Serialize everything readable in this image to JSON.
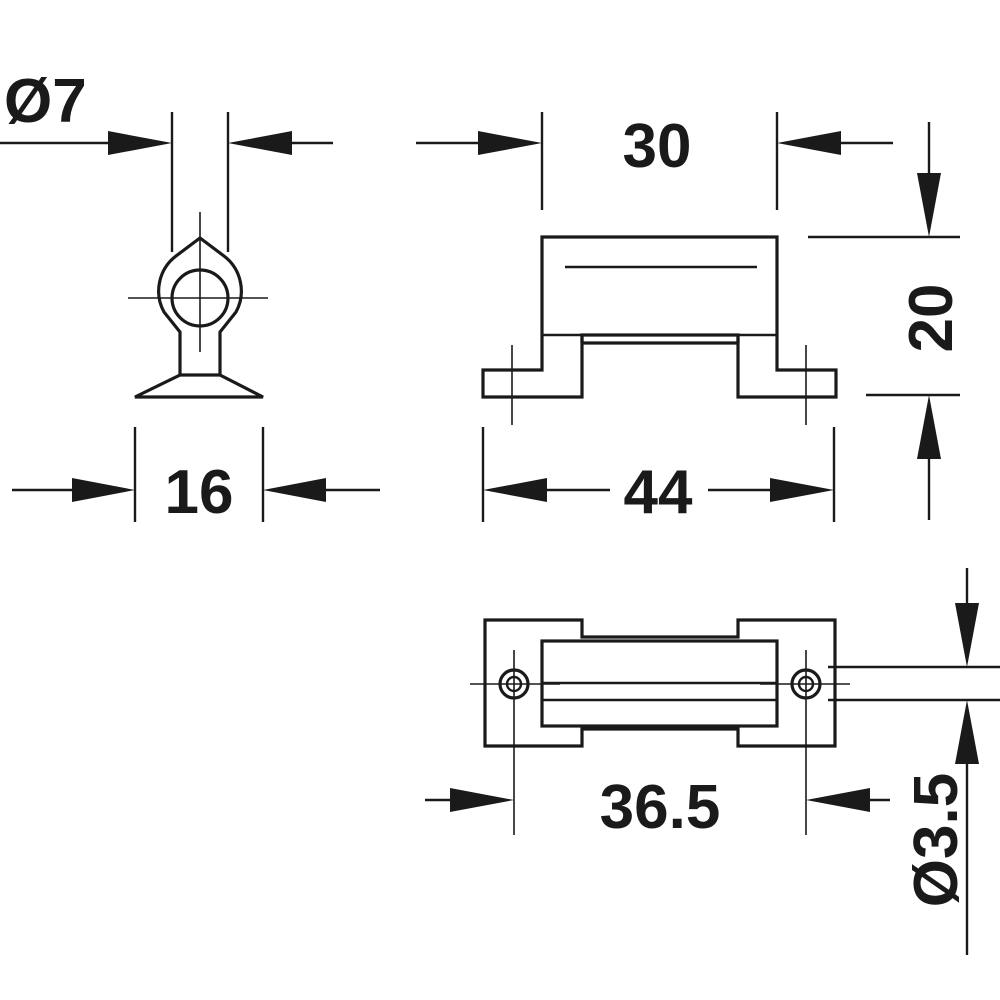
{
  "dimensions": {
    "hole_diameter_side": "Ø7",
    "base_width_side": "16",
    "body_width_front": "30",
    "overall_length_front": "44",
    "height_front": "20",
    "hole_spacing_top": "36.5",
    "hole_diameter_top": "Ø3.5"
  },
  "colors": {
    "line": "#1a1a1a",
    "background": "#ffffff"
  }
}
